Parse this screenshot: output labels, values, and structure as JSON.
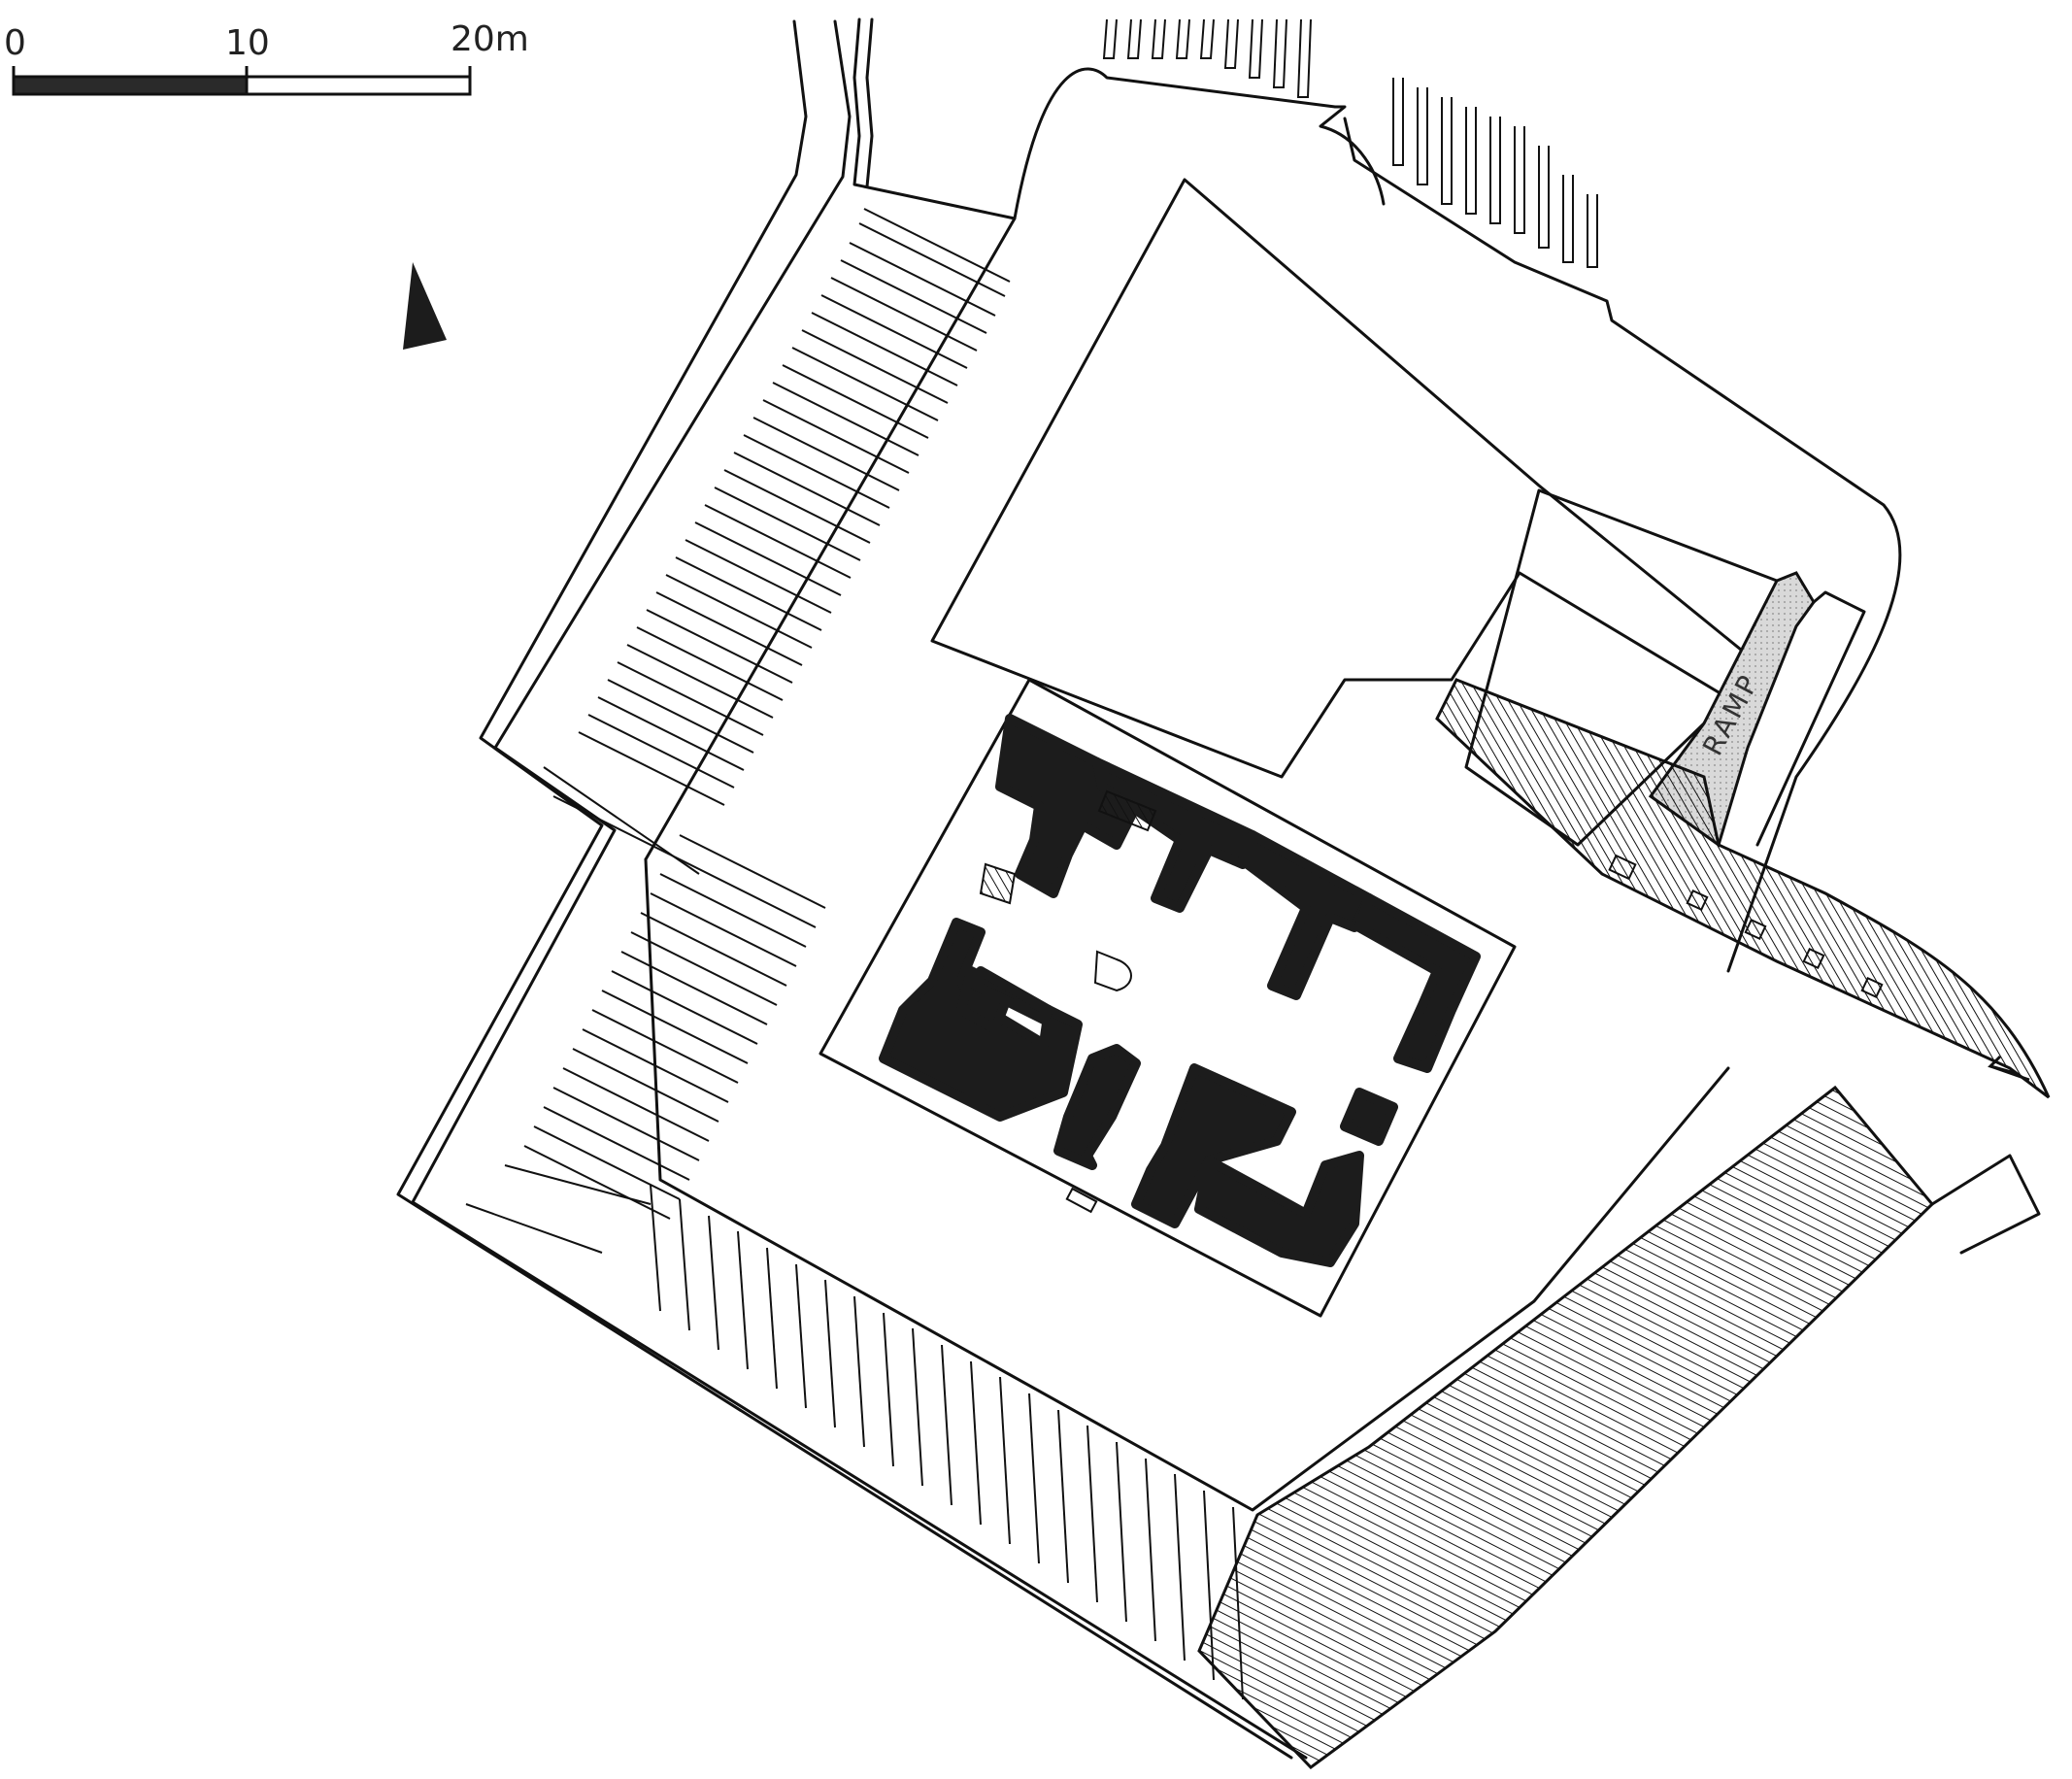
{
  "scale_bar": {
    "labels": [
      "0",
      "10",
      "20m"
    ]
  },
  "north_arrow": {
    "icon": "north-arrow-icon"
  },
  "ramp": {
    "label": "RAMP"
  },
  "colors": {
    "ink": "#111111",
    "wall_fill": "#1c1c1c",
    "ramp_fill": "#d9d9d9",
    "paper": "#ffffff"
  }
}
